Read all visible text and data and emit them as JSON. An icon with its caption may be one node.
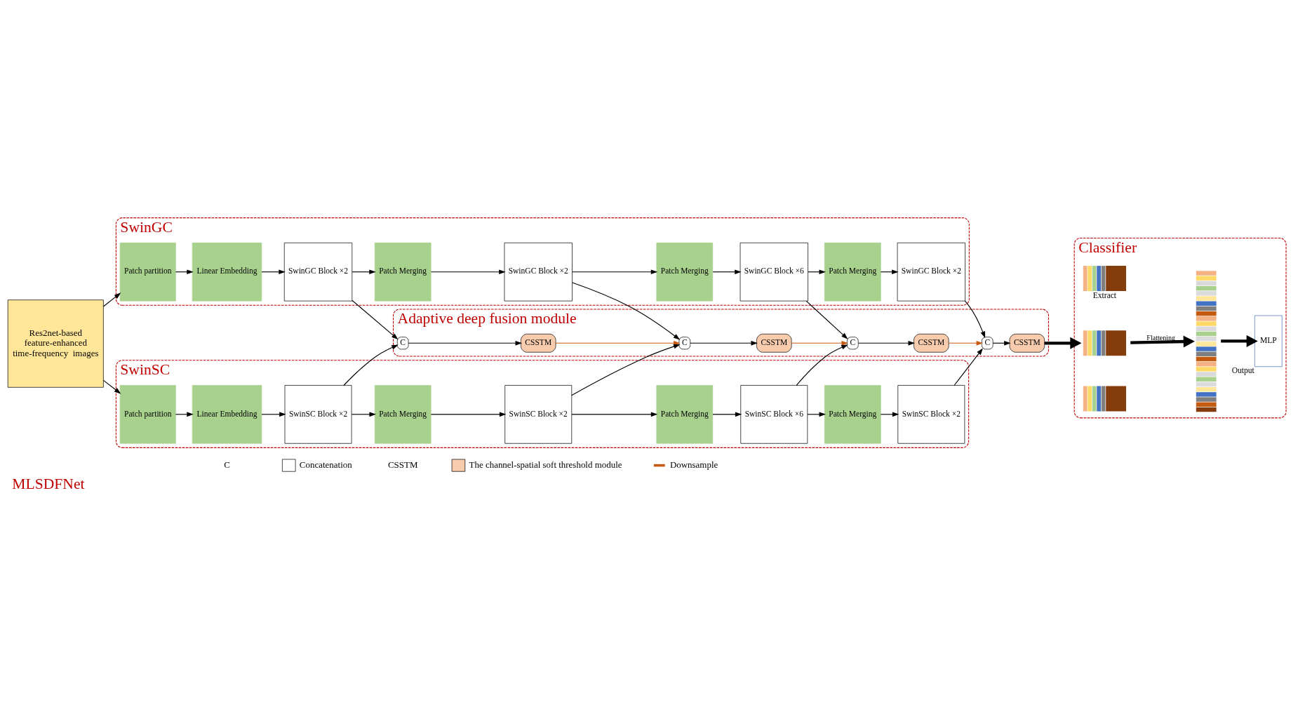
{
  "diagram": {
    "title": "MLSDFNet",
    "nodes": [
      {
        "text": [
          "Res2net-based feature-enhanced time-frequency  images"
        ]
      },
      {
        "text": [
          "SwinGC"
        ]
      },
      {
        "text": [
          "Patch partition"
        ],
        "in": 1
      },
      {
        "text": [
          "Linear Embedding"
        ],
        "in": 1
      },
      {
        "text": [
          "SwinGC Block ×2"
        ],
        "in": 1
      },
      {
        "text": [
          "Patch Merging"
        ],
        "in": 1
      },
      {
        "text": [
          "SwinGC Block ×2"
        ],
        "in": 1
      },
      {
        "text": [
          "Patch Merging"
        ],
        "in": 1
      },
      {
        "text": [
          "SwinGC Block ×6"
        ],
        "in": 1
      },
      {
        "text": [
          "Patch Merging"
        ],
        "in": 1
      },
      {
        "text": [
          "SwinGC Block ×2"
        ],
        "in": 1
      },
      {
        "text": [
          "Adaptive deep fusion module"
        ]
      },
      {
        "text": [
          "C"
        ],
        "in": 11
      },
      {
        "text": [
          "CSSTM"
        ],
        "in": 11
      },
      {
        "text": [
          "C"
        ],
        "in": 11
      },
      {
        "text": [
          "CSSTM"
        ],
        "in": 11
      },
      {
        "text": [
          "C"
        ],
        "in": 11
      },
      {
        "text": [
          "CSSTM"
        ],
        "in": 11
      },
      {
        "text": [
          "C"
        ],
        "in": 11
      },
      {
        "text": [
          "CSSTM"
        ],
        "in": 11
      },
      {
        "text": [
          "SwinSC"
        ]
      },
      {
        "text": [
          "Patch partition"
        ],
        "in": 20
      },
      {
        "text": [
          "Linear Embedding"
        ],
        "in": 20
      },
      {
        "text": [
          "SwinSC Block ×2"
        ],
        "in": 20
      },
      {
        "text": [
          "Patch Merging"
        ],
        "in": 20
      },
      {
        "text": [
          "SwinSC Block ×2"
        ],
        "in": 20
      },
      {
        "text": [
          "Patch Merging"
        ],
        "in": 20
      },
      {
        "text": [
          "SwinSC Block ×6"
        ],
        "in": 20
      },
      {
        "text": [
          "Patch Merging"
        ],
        "in": 20
      },
      {
        "text": [
          "SwinSC Block ×2"
        ],
        "in": 20
      },
      {
        "text": [
          "Classifier"
        ]
      },
      {
        "text": [],
        "shape": "picture",
        "in": 30
      },
      {
        "text": [],
        "shape": "picture",
        "in": 30
      },
      {
        "text": [],
        "shape": "picture",
        "in": 30,
        "beside": [
          "Extract"
        ]
      },
      {
        "text": [],
        "shape": "picture",
        "in": 30
      },
      {
        "text": [
          "MLP"
        ],
        "in": 30,
        "beside": [
          "Output"
        ]
      }
    ],
    "edges": [
      {
        "from": 0,
        "to": 2,
        "arrow": "to"
      },
      {
        "from": 2,
        "to": 3,
        "arrow": "to"
      },
      {
        "from": 3,
        "to": 4,
        "arrow": "to"
      },
      {
        "from": 4,
        "to": 5,
        "arrow": "to"
      },
      {
        "from": 5,
        "to": 6,
        "arrow": "to"
      },
      {
        "from": 6,
        "to": 7,
        "arrow": "to"
      },
      {
        "from": 7,
        "to": 8,
        "arrow": "to"
      },
      {
        "from": 8,
        "to": 9,
        "arrow": "to"
      },
      {
        "from": 9,
        "to": 10,
        "arrow": "to"
      },
      {
        "from": 0,
        "to": 21,
        "arrow": "to"
      },
      {
        "from": 21,
        "to": 22,
        "arrow": "to"
      },
      {
        "from": 22,
        "to": 23,
        "arrow": "to"
      },
      {
        "from": 23,
        "to": 24,
        "arrow": "to"
      },
      {
        "from": 24,
        "to": 25,
        "arrow": "to"
      },
      {
        "from": 25,
        "to": 26,
        "arrow": "to"
      },
      {
        "from": 26,
        "to": 27,
        "arrow": "to"
      },
      {
        "from": 27,
        "to": 28,
        "arrow": "to"
      },
      {
        "from": 28,
        "to": 29,
        "arrow": "to"
      },
      {
        "from": 4,
        "to": 12,
        "arrow": "to"
      },
      {
        "from": 23,
        "to": 12,
        "arrow": "to"
      },
      {
        "from": 12,
        "to": 13,
        "arrow": "to"
      },
      {
        "from": 13,
        "to": 14,
        "arrow": "to",
        "color": "#c55a11"
      },
      {
        "from": 6,
        "to": 14,
        "arrow": "to"
      },
      {
        "from": 25,
        "to": 14,
        "arrow": "to"
      },
      {
        "from": 14,
        "to": 15,
        "arrow": "to"
      },
      {
        "from": 15,
        "to": 16,
        "arrow": "to",
        "color": "#c55a11"
      },
      {
        "from": 8,
        "to": 16,
        "arrow": "to"
      },
      {
        "from": 27,
        "to": 16,
        "arrow": "to"
      },
      {
        "from": 16,
        "to": 17,
        "arrow": "to"
      },
      {
        "from": 17,
        "to": 18,
        "arrow": "to",
        "color": "#c55a11"
      },
      {
        "from": 10,
        "to": 18,
        "arrow": "to"
      },
      {
        "from": 29,
        "to": 18,
        "arrow": "to"
      },
      {
        "from": 18,
        "to": 19,
        "arrow": "to"
      },
      {
        "from": 19,
        "to": 32,
        "arrow": "to",
        "style": "thick"
      },
      {
        "from": 32,
        "to": 34,
        "arrow": "to",
        "style": "thick",
        "label": "Flattening"
      },
      {
        "from": 34,
        "to": 35,
        "arrow": "to",
        "style": "thick"
      }
    ],
    "labels": [
      "C",
      "CSSTM"
    ],
    "legend": [
      {
        "text": "Concatenation",
        "color": "#ffffff"
      },
      {
        "text": "The channel-spatial soft threshold module",
        "color": "#f8cbad"
      },
      {
        "text": "Downsample"
      }
    ]
  }
}
